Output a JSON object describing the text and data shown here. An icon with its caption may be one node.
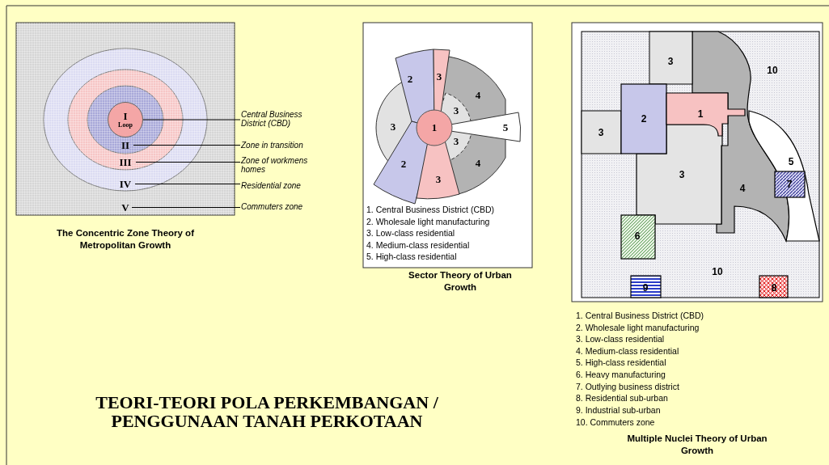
{
  "diagram": {
    "title": "TEORI-TEORI POLA PERKEMBANGAN / PENGGUNAAN TANAH PERKOTAAN",
    "nodes": [
      {
        "text": [
          "I",
          "Loop"
        ]
      },
      {
        "text": [
          "II"
        ]
      },
      {
        "text": [
          "III"
        ]
      },
      {
        "text": [
          "IV"
        ]
      },
      {
        "text": [
          "V"
        ]
      },
      {
        "text": [
          "Central Business District (CBD)"
        ]
      },
      {
        "text": [
          "Zone in transition"
        ]
      },
      {
        "text": [
          "Zone of workmens homes"
        ]
      },
      {
        "text": [
          "Residential zone"
        ]
      },
      {
        "text": [
          "Commuters zone"
        ]
      }
    ],
    "edges": [
      {
        "from": 0,
        "to": 5,
        "arrow": "none"
      },
      {
        "from": 1,
        "to": 6,
        "arrow": "none"
      },
      {
        "from": 2,
        "to": 7,
        "arrow": "none"
      },
      {
        "from": 3,
        "to": 8,
        "arrow": "none"
      },
      {
        "from": 4,
        "to": 9,
        "arrow": "none"
      }
    ],
    "labels": [
      "The Concentric Zone Theory of Metropolitan Growth",
      "2",
      "3",
      "4",
      "3",
      "3",
      "1",
      "5",
      "3",
      "2",
      "4",
      "3",
      "1. Central Business District (CBD)",
      "2. Wholesale light manufacturing",
      "3. Low-class residential",
      "4. Medium-class residential",
      "5. High-class residential",
      "Sector Theory of Urban Growth",
      "3",
      "10",
      "2",
      "1",
      "3",
      "5",
      "3",
      "7",
      "4",
      "6",
      "10",
      "9",
      "8",
      "1. Central Business District (CBD)",
      "2. Wholesale light manufacturing",
      "3. Low-class residential",
      "4. Medium-class residential",
      "5. High-class residential",
      "6. Heavy manufacturing",
      "7. Outlying business district",
      "8. Residential sub-urban",
      "9. Industrial sub-urban",
      "10. Commuters zone",
      "Multiple Nuclei Theory of Urban Growth"
    ]
  }
}
